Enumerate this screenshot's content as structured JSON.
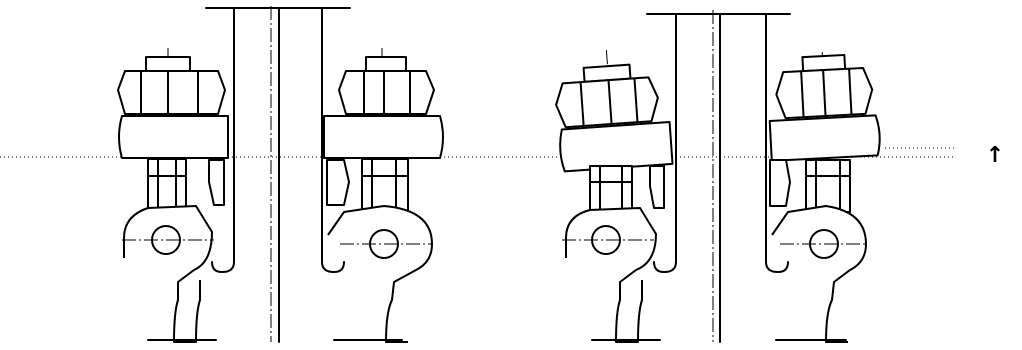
{
  "figure": {
    "indicator_symbol": "↑",
    "line_color": "#000000",
    "background_color": "#ffffff",
    "panels": [
      {
        "id": "left",
        "state": "level"
      },
      {
        "id": "right",
        "state": "tilted"
      }
    ]
  }
}
